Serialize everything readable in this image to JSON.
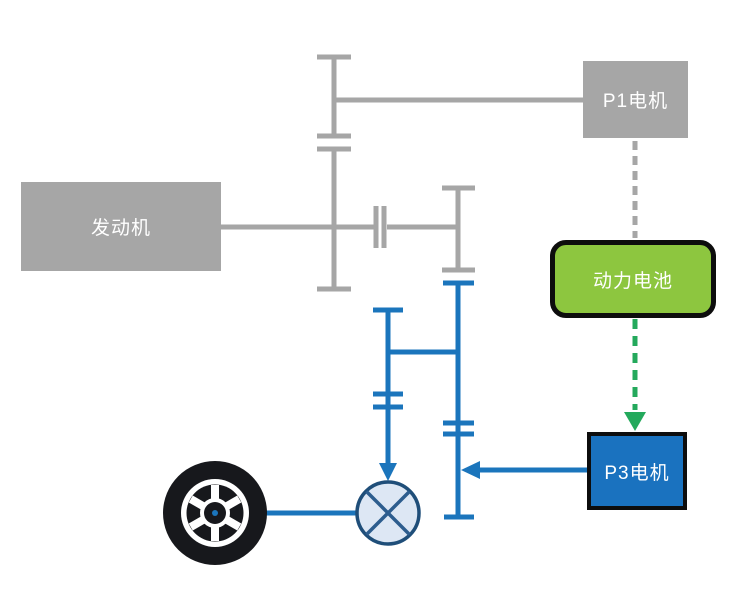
{
  "diagram": {
    "type": "hybrid-powertrain-schematic",
    "nodes": {
      "engine": {
        "label": "发动机"
      },
      "p1_motor": {
        "label": "P1电机"
      },
      "battery": {
        "label": "动力电池"
      },
      "p3_motor": {
        "label": "P3电机"
      }
    },
    "icons": [
      "wheel-icon",
      "differential-icon",
      "clutch-icon",
      "gear-bar-icon",
      "down-arrow-icon",
      "left-arrow-icon"
    ],
    "colors": {
      "mechanical_gray": "#a6a6a6",
      "drive_blue": "#1b75bc",
      "battery_fill": "#8dc63f",
      "p3_fill": "#1a72bf",
      "box_border_black": "#0d0d0d",
      "power_green": "#24a95c",
      "diff_fill": "#dde7f4",
      "diff_stroke": "#1f4e79",
      "diff_cross": "#2d5d8e",
      "wheel_black": "#17181c",
      "text_white": "#ffffff"
    }
  }
}
